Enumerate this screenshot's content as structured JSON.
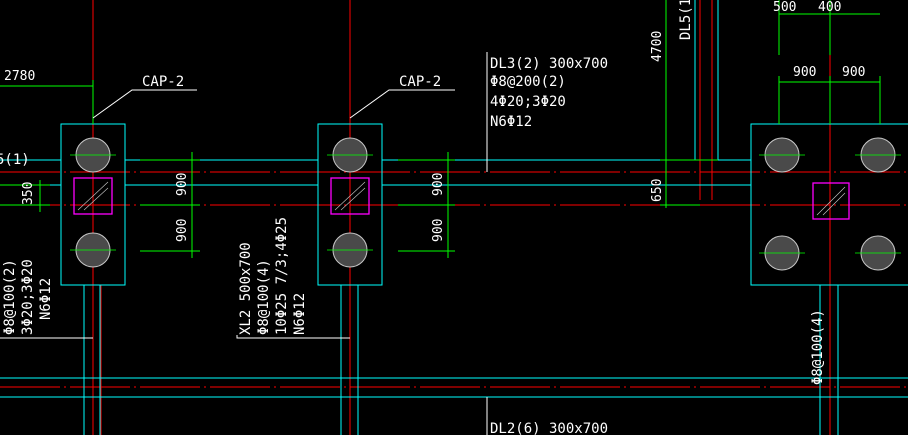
{
  "colors": {
    "background": "#000000",
    "axis_line": "#ff0000",
    "beam_line": "#00ffff",
    "dimension_line": "#00ff00",
    "column": "#ff00ff",
    "pile": "#c8c8c8",
    "text": "#ffffff"
  },
  "labels": {
    "cap_left": "CAP-2",
    "cap_mid": "CAP-2",
    "dl3_line1": "DL3(2) 300x700",
    "dl3_line2": "Φ8@200(2)",
    "dl3_line3": "4Φ20;3Φ20",
    "dl3_line4": "N6Φ12",
    "dl5": "DL5(1",
    "xl2_line1": "XL2 500x700",
    "xl2_line2": "Φ8@100(4)",
    "xl2_line3": "10Φ25 7/3;4Φ25",
    "xl2_line4": "N6Φ12",
    "dl2": "DL2(6) 300x700",
    "left_line1": "Φ8@100(2)",
    "left_line2": "3Φ20;3Φ20",
    "left_line3": "N6Φ12",
    "left_frag": "5(1)",
    "right_vertical": "Φ8@100(4)"
  },
  "dimensions": {
    "top_left": "2780",
    "top_500": "500",
    "top_400": "400",
    "right_900a": "900",
    "right_900b": "900",
    "v_4700": "4700",
    "v_650": "650",
    "left_350": "350",
    "left_900a": "900",
    "left_900b": "900",
    "mid_900a": "900",
    "mid_900b": "900"
  }
}
